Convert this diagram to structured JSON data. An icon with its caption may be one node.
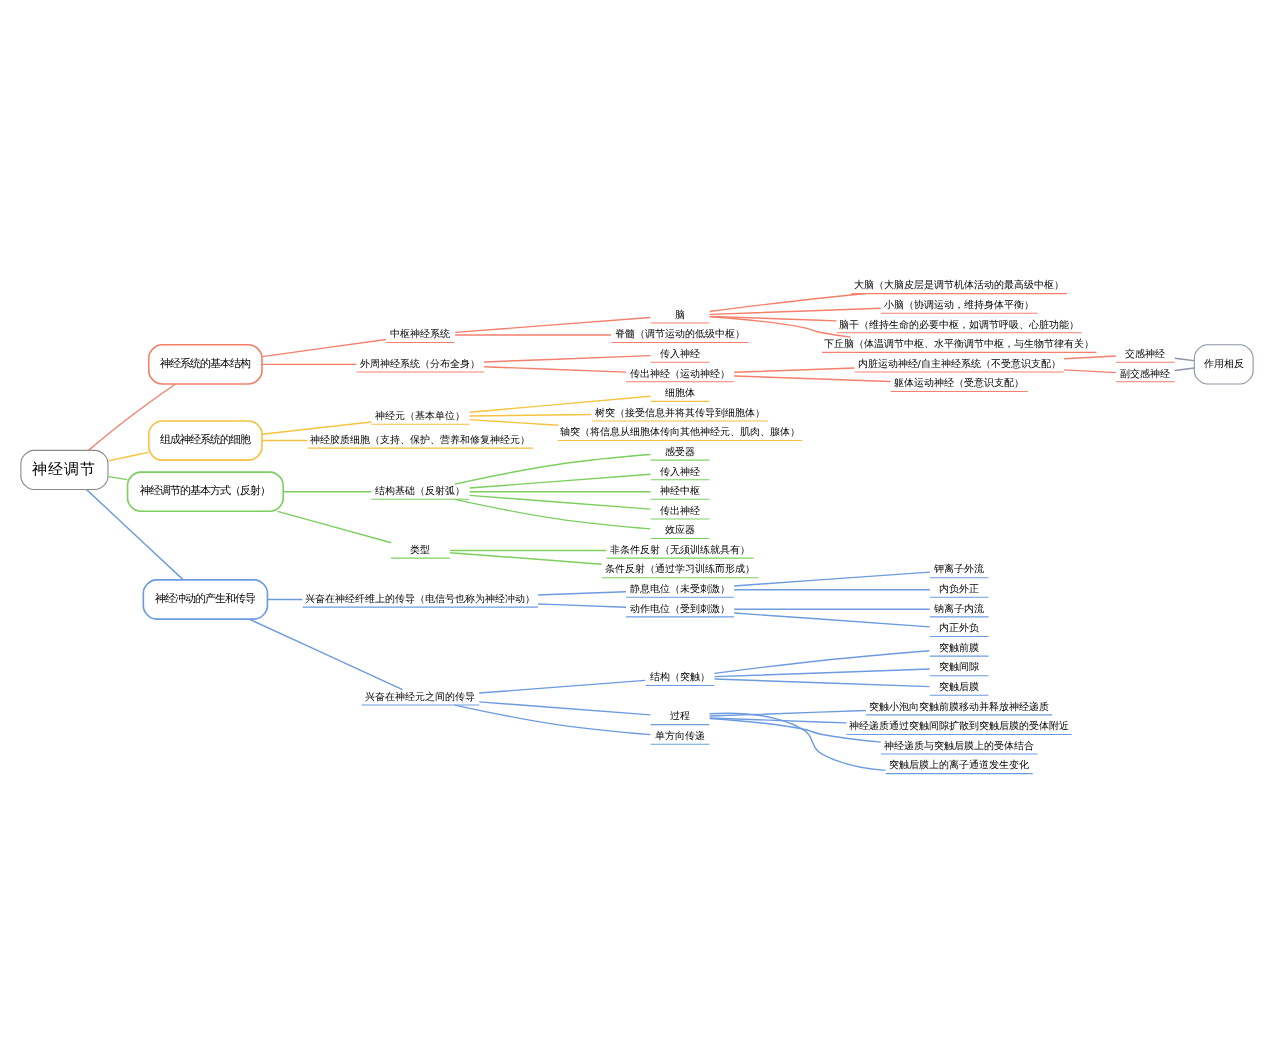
{
  "diagram": {
    "nodes": [
      {
        "text": [
          "神经调节"
        ]
      },
      {
        "text": [
          "神经系统的基本结构"
        ]
      },
      {
        "text": [
          "中枢神经系统"
        ]
      },
      {
        "text": [
          "脑"
        ]
      },
      {
        "text": [
          "大脑（大脑皮层是调节机体活动的最高级中枢）"
        ]
      },
      {
        "text": [
          "小脑（协调运动，维持身体平衡）"
        ]
      },
      {
        "text": [
          "脑干（维持生命的必要中枢，如调节呼吸、心脏功能）"
        ]
      },
      {
        "text": [
          "下丘脑（体温调节中枢、水平衡调节中枢，与生物节律有关）"
        ]
      },
      {
        "text": [
          "脊髓（调节运动的低级中枢）"
        ]
      },
      {
        "text": [
          "外周神经系统（分布全身）"
        ]
      },
      {
        "text": [
          "传入神经"
        ]
      },
      {
        "text": [
          "传出神经（运动神经）"
        ]
      },
      {
        "text": [
          "内脏运动神经/自主神经系统（不受意识支配）"
        ]
      },
      {
        "text": [
          "交感神经"
        ]
      },
      {
        "text": [
          "副交感神经"
        ]
      },
      {
        "text": [
          "作用相反"
        ]
      },
      {
        "text": [
          "躯体运动神经（受意识支配）"
        ]
      },
      {
        "text": [
          "组成神经系统的细胞"
        ]
      },
      {
        "text": [
          "神经元（基本单位）"
        ]
      },
      {
        "text": [
          "细胞体"
        ]
      },
      {
        "text": [
          "树突（接受信息并将其传导到细胞体）"
        ]
      },
      {
        "text": [
          "轴突（将信息从细胞体传向其他神经元、肌肉、腺体）"
        ]
      },
      {
        "text": [
          "神经胶质细胞（支持、保护、营养和修复神经元）"
        ]
      },
      {
        "text": [
          "神经调节的基本方式（反射）"
        ]
      },
      {
        "text": [
          "结构基础（反射弧）"
        ]
      },
      {
        "text": [
          "感受器"
        ]
      },
      {
        "text": [
          "传入神经"
        ]
      },
      {
        "text": [
          "神经中枢"
        ]
      },
      {
        "text": [
          "传出神经"
        ]
      },
      {
        "text": [
          "效应器"
        ]
      },
      {
        "text": [
          "类型"
        ]
      },
      {
        "text": [
          "非条件反射（无须训练就具有）"
        ]
      },
      {
        "text": [
          "条件反射（通过学习训练而形成）"
        ]
      },
      {
        "text": [
          "神经冲动的产生和传导"
        ]
      },
      {
        "text": [
          "兴奋在神经纤维上的传导（电信号也称为神经冲动）"
        ]
      },
      {
        "text": [
          "静息电位（未受刺激）"
        ]
      },
      {
        "text": [
          "钾离子外流"
        ]
      },
      {
        "text": [
          "内负外正"
        ]
      },
      {
        "text": [
          "动作电位（受到刺激）"
        ]
      },
      {
        "text": [
          "钠离子内流"
        ]
      },
      {
        "text": [
          "内正外负"
        ]
      },
      {
        "text": [
          "兴奋在神经元之间的传导"
        ]
      },
      {
        "text": [
          "结构（突触）"
        ]
      },
      {
        "text": [
          "突触前膜"
        ]
      },
      {
        "text": [
          "突触间隙"
        ]
      },
      {
        "text": [
          "突触后膜"
        ]
      },
      {
        "text": [
          "过程"
        ]
      },
      {
        "text": [
          "突触小泡向突触前膜移动并释放神经递质"
        ]
      },
      {
        "text": [
          "神经递质通过突触间隙扩散到突触后膜的受体附近"
        ]
      },
      {
        "text": [
          "神经递质与突触后膜上的受体结合"
        ]
      },
      {
        "text": [
          "突触后膜上的离子通道发生变化"
        ]
      },
      {
        "text": [
          "单方向传递"
        ]
      }
    ],
    "edges": [
      {
        "from": 0,
        "to": 1,
        "arrow": "none",
        "color": "#f4806c"
      },
      {
        "from": 1,
        "to": 2,
        "arrow": "none",
        "color": "#f4806c"
      },
      {
        "from": 2,
        "to": 3,
        "arrow": "none",
        "color": "#f4806c"
      },
      {
        "from": 3,
        "to": 4,
        "arrow": "none",
        "color": "#f4806c"
      },
      {
        "from": 3,
        "to": 5,
        "arrow": "none",
        "color": "#f4806c"
      },
      {
        "from": 3,
        "to": 6,
        "arrow": "none",
        "color": "#f4806c"
      },
      {
        "from": 3,
        "to": 7,
        "arrow": "none",
        "color": "#f4806c"
      },
      {
        "from": 2,
        "to": 8,
        "arrow": "none",
        "color": "#f4806c"
      },
      {
        "from": 1,
        "to": 9,
        "arrow": "none",
        "color": "#f4806c"
      },
      {
        "from": 9,
        "to": 10,
        "arrow": "none",
        "color": "#f4806c"
      },
      {
        "from": 9,
        "to": 11,
        "arrow": "none",
        "color": "#f4806c"
      },
      {
        "from": 11,
        "to": 12,
        "arrow": "none",
        "color": "#f4806c"
      },
      {
        "from": 12,
        "to": 13,
        "arrow": "none",
        "color": "#f4806c"
      },
      {
        "from": 12,
        "to": 14,
        "arrow": "none",
        "color": "#f4806c"
      },
      {
        "from": 13,
        "to": 15,
        "arrow": "none",
        "color": "#8a94a6"
      },
      {
        "from": 14,
        "to": 15,
        "arrow": "none",
        "color": "#8a94a6"
      },
      {
        "from": 11,
        "to": 16,
        "arrow": "none",
        "color": "#f4806c"
      },
      {
        "from": 0,
        "to": 17,
        "arrow": "none",
        "color": "#f5c242"
      },
      {
        "from": 17,
        "to": 18,
        "arrow": "none",
        "color": "#f5c242"
      },
      {
        "from": 18,
        "to": 19,
        "arrow": "none",
        "color": "#f5c242"
      },
      {
        "from": 18,
        "to": 20,
        "arrow": "none",
        "color": "#f5c242"
      },
      {
        "from": 18,
        "to": 21,
        "arrow": "none",
        "color": "#f5c242"
      },
      {
        "from": 17,
        "to": 22,
        "arrow": "none",
        "color": "#f5c242"
      },
      {
        "from": 0,
        "to": 23,
        "arrow": "none",
        "color": "#7ccf5e"
      },
      {
        "from": 23,
        "to": 24,
        "arrow": "none",
        "color": "#7ccf5e"
      },
      {
        "from": 24,
        "to": 25,
        "arrow": "none",
        "color": "#7ccf5e"
      },
      {
        "from": 24,
        "to": 26,
        "arrow": "none",
        "color": "#7ccf5e"
      },
      {
        "from": 24,
        "to": 27,
        "arrow": "none",
        "color": "#7ccf5e"
      },
      {
        "from": 24,
        "to": 28,
        "arrow": "none",
        "color": "#7ccf5e"
      },
      {
        "from": 24,
        "to": 29,
        "arrow": "none",
        "color": "#7ccf5e"
      },
      {
        "from": 23,
        "to": 30,
        "arrow": "none",
        "color": "#7ccf5e"
      },
      {
        "from": 30,
        "to": 31,
        "arrow": "none",
        "color": "#7ccf5e"
      },
      {
        "from": 30,
        "to": 32,
        "arrow": "none",
        "color": "#7ccf5e"
      },
      {
        "from": 0,
        "to": 33,
        "arrow": "none"
      },
      {
        "from": 33,
        "to": 34,
        "arrow": "none"
      },
      {
        "from": 34,
        "to": 35,
        "arrow": "none"
      },
      {
        "from": 35,
        "to": 36,
        "arrow": "none"
      },
      {
        "from": 35,
        "to": 37,
        "arrow": "none"
      },
      {
        "from": 34,
        "to": 38,
        "arrow": "none"
      },
      {
        "from": 38,
        "to": 39,
        "arrow": "none"
      },
      {
        "from": 38,
        "to": 40,
        "arrow": "none"
      },
      {
        "from": 33,
        "to": 41,
        "arrow": "none"
      },
      {
        "from": 41,
        "to": 42,
        "arrow": "none"
      },
      {
        "from": 42,
        "to": 43,
        "arrow": "none"
      },
      {
        "from": 42,
        "to": 44,
        "arrow": "none"
      },
      {
        "from": 42,
        "to": 45,
        "arrow": "none"
      },
      {
        "from": 41,
        "to": 46,
        "arrow": "none"
      },
      {
        "from": 46,
        "to": 47,
        "arrow": "none"
      },
      {
        "from": 46,
        "to": 48,
        "arrow": "none"
      },
      {
        "from": 46,
        "to": 49,
        "arrow": "none"
      },
      {
        "from": 46,
        "to": 50,
        "arrow": "none"
      },
      {
        "from": 41,
        "to": 51,
        "arrow": "none"
      }
    ]
  }
}
